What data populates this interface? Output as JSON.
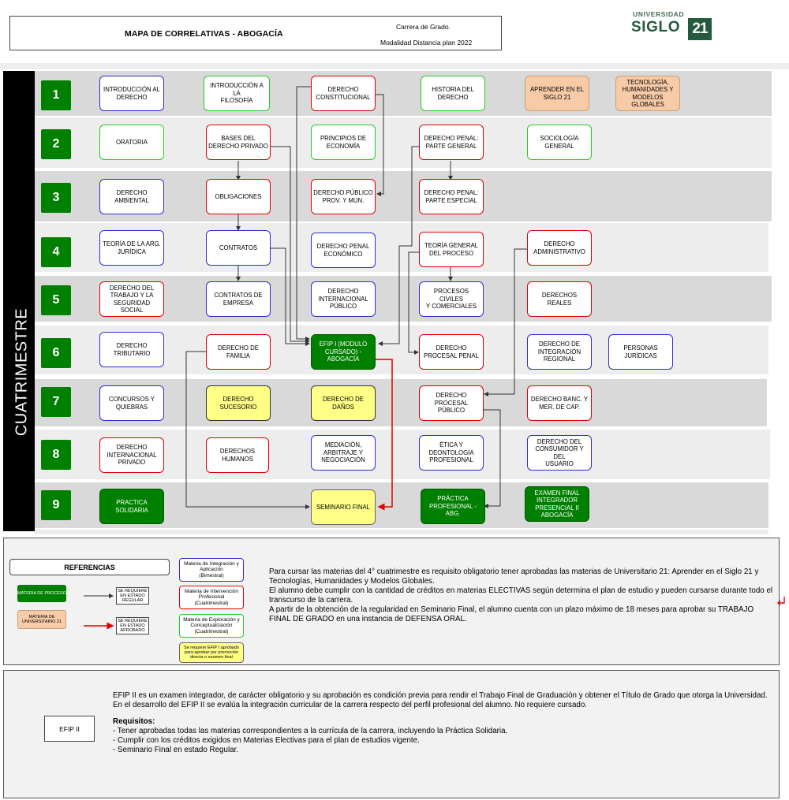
{
  "header": {
    "title": "MAPA DE CORRELATIVAS - ABOGACÍA",
    "subtitle_line1": "Carrera de Grado.",
    "subtitle_line2": "Modalidad Distancia plan 2022",
    "logo_top": "UNIVERSIDAD",
    "logo_name": "SIGLO",
    "logo_badge": "21"
  },
  "side_label": "CUATRIMESTRE",
  "rows": [
    {
      "number": "1"
    },
    {
      "number": "2"
    },
    {
      "number": "3"
    },
    {
      "number": "4"
    },
    {
      "number": "5"
    },
    {
      "number": "6"
    },
    {
      "number": "7"
    },
    {
      "number": "8"
    },
    {
      "number": "9"
    }
  ],
  "subjects": {
    "r1c1": "INTRODUCCIÓN AL\nDERECHO",
    "r1c2": "INTRODUCCIÓN A LA\nFILOSOFÍA",
    "r1c3": "DERECHO\nCONSTITUCIONAL",
    "r1c4": "HISTORIA DEL\nDERECHO",
    "r1c5": "APRENDER EN EL\nSIGLO 21",
    "r1c6": "TECNOLOGÍA,\nHUMANIDADES Y\nMODELOS\nGLOBALES",
    "r2c1": "ORATORIA",
    "r2c2": "BASES DEL\nDERECHO PRIVADO",
    "r2c3": "PRINCIPIOS DE\nECONOMÍA",
    "r2c4": "DERECHO PENAL:\nPARTE GENERAL",
    "r2c5": "SOCIOLOGÍA\nGENERAL",
    "r3c1": "DERECHO\nAMBIENTAL",
    "r3c2": "OBLIGACIONES",
    "r3c3": "DERECHO PÚBLICO\nPROV. Y MUN.",
    "r3c4": "DERECHO PENAL:\nPARTE ESPECIAL",
    "r4c1": "TEORÍA DE LA ARG.\nJURÍDICA",
    "r4c2": "CONTRATOS",
    "r4c3": "DERECHO PENAL\nECONÓMICO",
    "r4c4": "TEORÍA GENERAL\nDEL PROCESO",
    "r4c5": "DERECHO\nADMINISTRATIVO",
    "r5c1": "DERECHO DEL\nTRABAJO Y LA\nSEGURIDAD SOCIAL",
    "r5c2": "CONTRATOS DE\nEMPRESA",
    "r5c3": "DERECHO\nINTERNACIONAL\nPÚBLICO",
    "r5c4": "PROCESOS CIVILES\nY COMERCIALES",
    "r5c5": "DERECHOS REALES",
    "r6c1": "DERECHO\nTRIBUTARIO",
    "r6c2": "DERECHO DE\nFAMILIA",
    "r6c3": "EFIP I (MODULO\nCURSADO) -\nABOGACÍA",
    "r6c4": "DERECHO\nPROCESAL PENAL",
    "r6c5": "DERECHO DE\nINTEGRACIÓN\nREGIONAL",
    "r6c6": "PERSONAS\nJURÍDICAS",
    "r7c1": "CONCURSOS Y\nQUIEBRAS",
    "r7c2": "DERECHO\nSUCESORIO",
    "r7c3": "DERECHO DE\nDAÑOS",
    "r7c4": "DERECHO\nPROCESAL PÚBLICO",
    "r7c5": "DERECHO BANC. Y\nMER. DE CAP.",
    "r8c1": "DERECHO\nINTERNACIONAL\nPRIVADO",
    "r8c2": "DERECHOS\nHUMANOS",
    "r8c3": "MEDIACIÓN,\nARBITRAJE Y\nNEGOCIACIÓN",
    "r8c4": "ÉTICA Y\nDEONTOLOGÍA\nPROFESIONAL",
    "r8c5": "DERECHO DEL\nCONSUMIDOR Y DEL\nUSUARIO",
    "r9c1": "PRACTICA\nSOLIDARIA",
    "r9c3": "SEMINARIO FINAL",
    "r9c4": "PRÁCTICA\nPROFESIONAL - ABG.",
    "r9c5": "EXAMEN FINAL\nINTEGRADOR\nPRESENCIAL II\nABOGACÍA"
  },
  "references": {
    "title": "REFERENCIAS",
    "materia_proceso": "MATERIA DE PROCESO",
    "materia_u21": "MATERIA DE\nUNIVERSITARIO 21",
    "estado_regular": "SE REQUIERE\nEN ESTADO\nREGULAR",
    "estado_aprobado": "SE REQUIERE\nEN ESTADO\nAPROBADO",
    "integracion": "Materia de Integración y\nAplicación\n(Bimestral)",
    "intervencion": "Materia de Intervención\nProfesional\n(Cuatrimestral)",
    "exploracion": "Materia de Exploración y\nConceptualización\n(Cuatrimestral)",
    "efip_promocion": "Se requiere EFIP I aprobado\npara aprobar por promoción\ndirecta o examen final",
    "text_p1": "Para cursar las materias del 4° cuatrimestre es requisito obligatorio tener aprobadas las materias de Universitario 21: Aprender en el Siglo 21 y Tecnologías, Humanidades y Modelos Globales.",
    "text_p2": "El alumno debe cumplir con la cantidad de créditos en materias ELECTIVAS según determina el plan de estudio y pueden cursarse durante todo el transcurso de la carrera.",
    "text_p3": "A partir de la obtención de la regularidad en Seminario Final, el alumno cuenta con un plazo máximo de 18 meses para aprobar su TRABAJO FINAL DE GRADO en una instancia de DEFENSA ORAL."
  },
  "efip": {
    "label": "EFIP II",
    "p1": "EFIP II es un examen integrador, de carácter obligatorio y su aprobación es condición previa para rendir el Trabajo Final de Graduación y obtener el Título de Grado que otorga la Universidad.",
    "p2": "En el desarrollo del EFIP II se evalúa la integración curricular de la carrera respecto del perfil profesional del alumno. No requiere cursado.",
    "req_title": "Requisitos:",
    "req1": "- Tener aprobadas todas las materias correspondientes a la currícula de la carrera, incluyendo la Práctica Solidaria.",
    "req2": "- Cumplir con los créditos exigidos en Materias Electivas para el plan de estudios vigente.",
    "req3": "- Seminario Final en estado Regular."
  },
  "colors": {
    "process_green": "#008000",
    "blue_border": "#2e2ed0",
    "red_border": "#e00000",
    "green_border": "#22cc22",
    "orange_fill": "#f8cba8",
    "yellow_fill": "#ffff88",
    "logo_green": "#235b3c"
  }
}
